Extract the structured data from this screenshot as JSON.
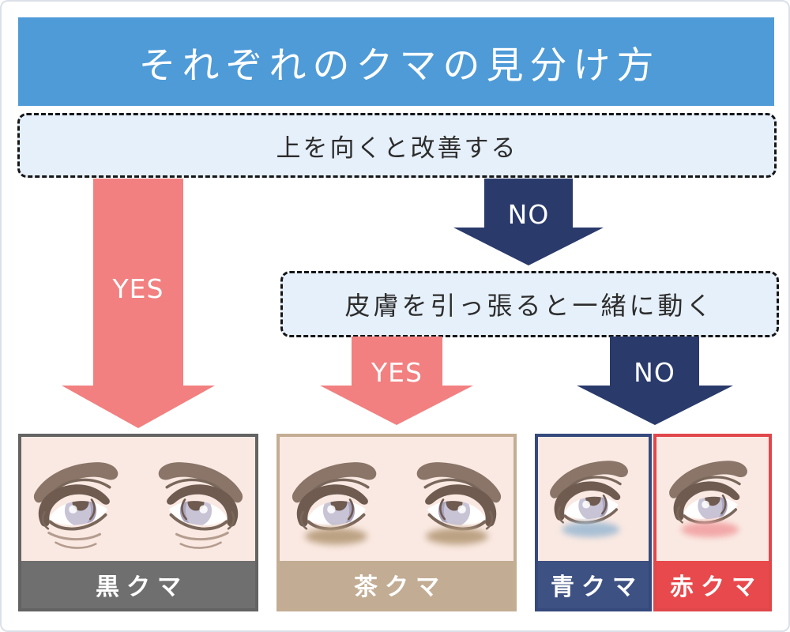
{
  "title": {
    "text": "それぞれのクマの見分け方",
    "bg": "#4e9bd8",
    "color": "#ffffff"
  },
  "questions": [
    {
      "text": "上を向くと改善する",
      "bg": "#e6f0fa",
      "border": "#161616"
    },
    {
      "text": "皮膚を引っ張ると一緒に動く",
      "bg": "#e6f0fa",
      "border": "#161616"
    }
  ],
  "arrows": [
    {
      "label": "YES",
      "color": "#f28080"
    },
    {
      "label": "NO",
      "color": "#293a6b"
    },
    {
      "label": "YES",
      "color": "#f28080"
    },
    {
      "label": "NO",
      "color": "#293a6b"
    }
  ],
  "cards": [
    {
      "label": "黒クマ",
      "frame_color": "#636363",
      "band_color": "#6f6f6f",
      "face_bg": "#fae9e2",
      "eyes": 2,
      "mark": "lines",
      "mark_color": "#b49c8e"
    },
    {
      "label": "茶クマ",
      "frame_color": "#c3ad93",
      "band_color": "#c2ac93",
      "face_bg": "#fae9e2",
      "eyes": 2,
      "mark": "smudge",
      "mark_color": "#bca283"
    },
    {
      "label": "青クマ",
      "frame_color": "#36497d",
      "band_color": "#3d5182",
      "face_bg": "#fae9e2",
      "eyes": 1,
      "mark": "smudge",
      "mark_color": "#a9c0d4"
    },
    {
      "label": "赤クマ",
      "frame_color": "#e0474b",
      "band_color": "#e8494c",
      "face_bg": "#fae9e2",
      "eyes": 1,
      "mark": "smudge",
      "mark_color": "#f2a7a7"
    }
  ]
}
